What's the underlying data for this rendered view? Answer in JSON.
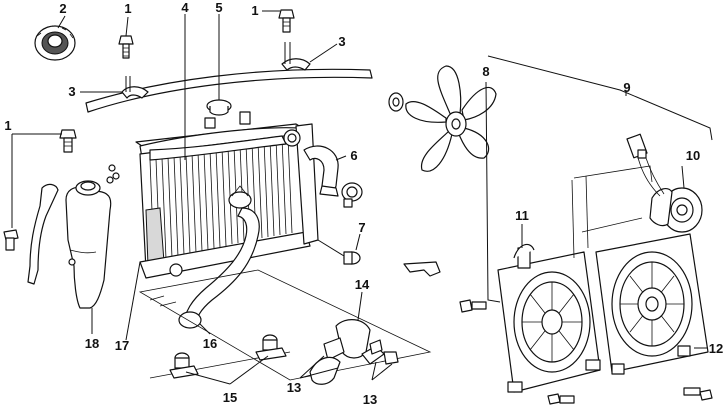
{
  "callouts": [
    {
      "id": "c1a",
      "text": "1"
    },
    {
      "id": "c1b",
      "text": "1"
    },
    {
      "id": "c1c",
      "text": "1"
    },
    {
      "id": "c2",
      "text": "2"
    },
    {
      "id": "c3a",
      "text": "3"
    },
    {
      "id": "c3b",
      "text": "3"
    },
    {
      "id": "c4",
      "text": "4"
    },
    {
      "id": "c5",
      "text": "5"
    },
    {
      "id": "c6",
      "text": "6"
    },
    {
      "id": "c7",
      "text": "7"
    },
    {
      "id": "c8",
      "text": "8"
    },
    {
      "id": "c9",
      "text": "9"
    },
    {
      "id": "c10",
      "text": "10"
    },
    {
      "id": "c11",
      "text": "11"
    },
    {
      "id": "c12",
      "text": "12"
    },
    {
      "id": "c13a",
      "text": "13"
    },
    {
      "id": "c13b",
      "text": "13"
    },
    {
      "id": "c14",
      "text": "14"
    },
    {
      "id": "c15",
      "text": "15"
    },
    {
      "id": "c16",
      "text": "16"
    },
    {
      "id": "c17",
      "text": "17"
    },
    {
      "id": "c18",
      "text": "18"
    }
  ]
}
